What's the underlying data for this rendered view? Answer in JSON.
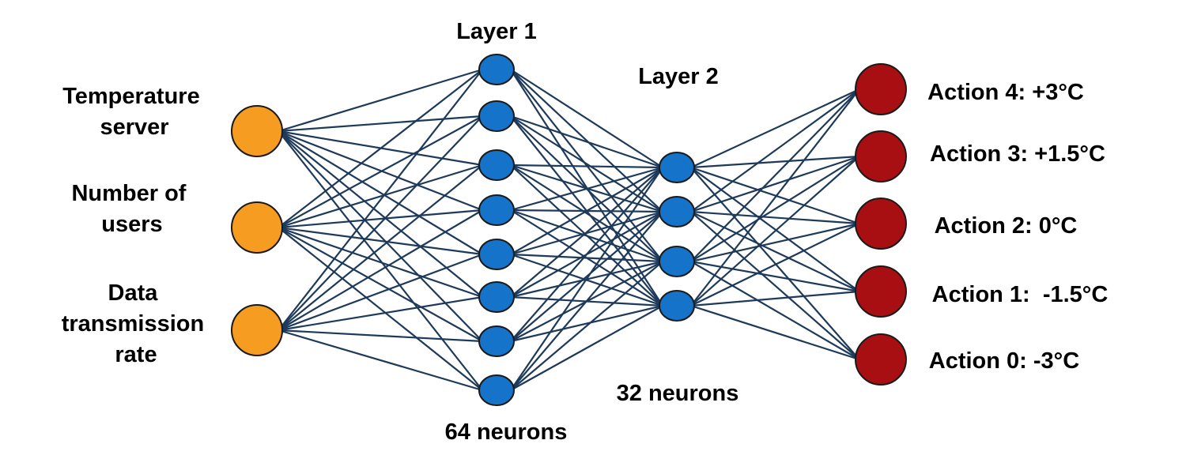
{
  "colors": {
    "input_node": "#F59C21",
    "hidden_node": "#1574C9",
    "output_node": "#A80F12",
    "edge": "#1E3A5A"
  },
  "labels": {
    "layer1_title": "Layer 1",
    "layer2_title": "Layer 2",
    "layer1_count": "64 neurons",
    "layer2_count": "32 neurons"
  },
  "inputs": [
    {
      "lines": [
        "Temperature",
        "server"
      ]
    },
    {
      "lines": [
        "Number of",
        "users"
      ]
    },
    {
      "lines": [
        "Data",
        "transmission",
        "rate"
      ]
    }
  ],
  "outputs": [
    "Action 4: +3°C",
    "Action 3: +1.5°C",
    "Action 2: 0°C",
    "Action 1:  -1.5°C",
    "Action 0: -3°C"
  ],
  "layers": {
    "input_nodes": 3,
    "layer1_nodes_shown": 8,
    "layer2_nodes_shown": 4,
    "output_nodes": 5
  }
}
